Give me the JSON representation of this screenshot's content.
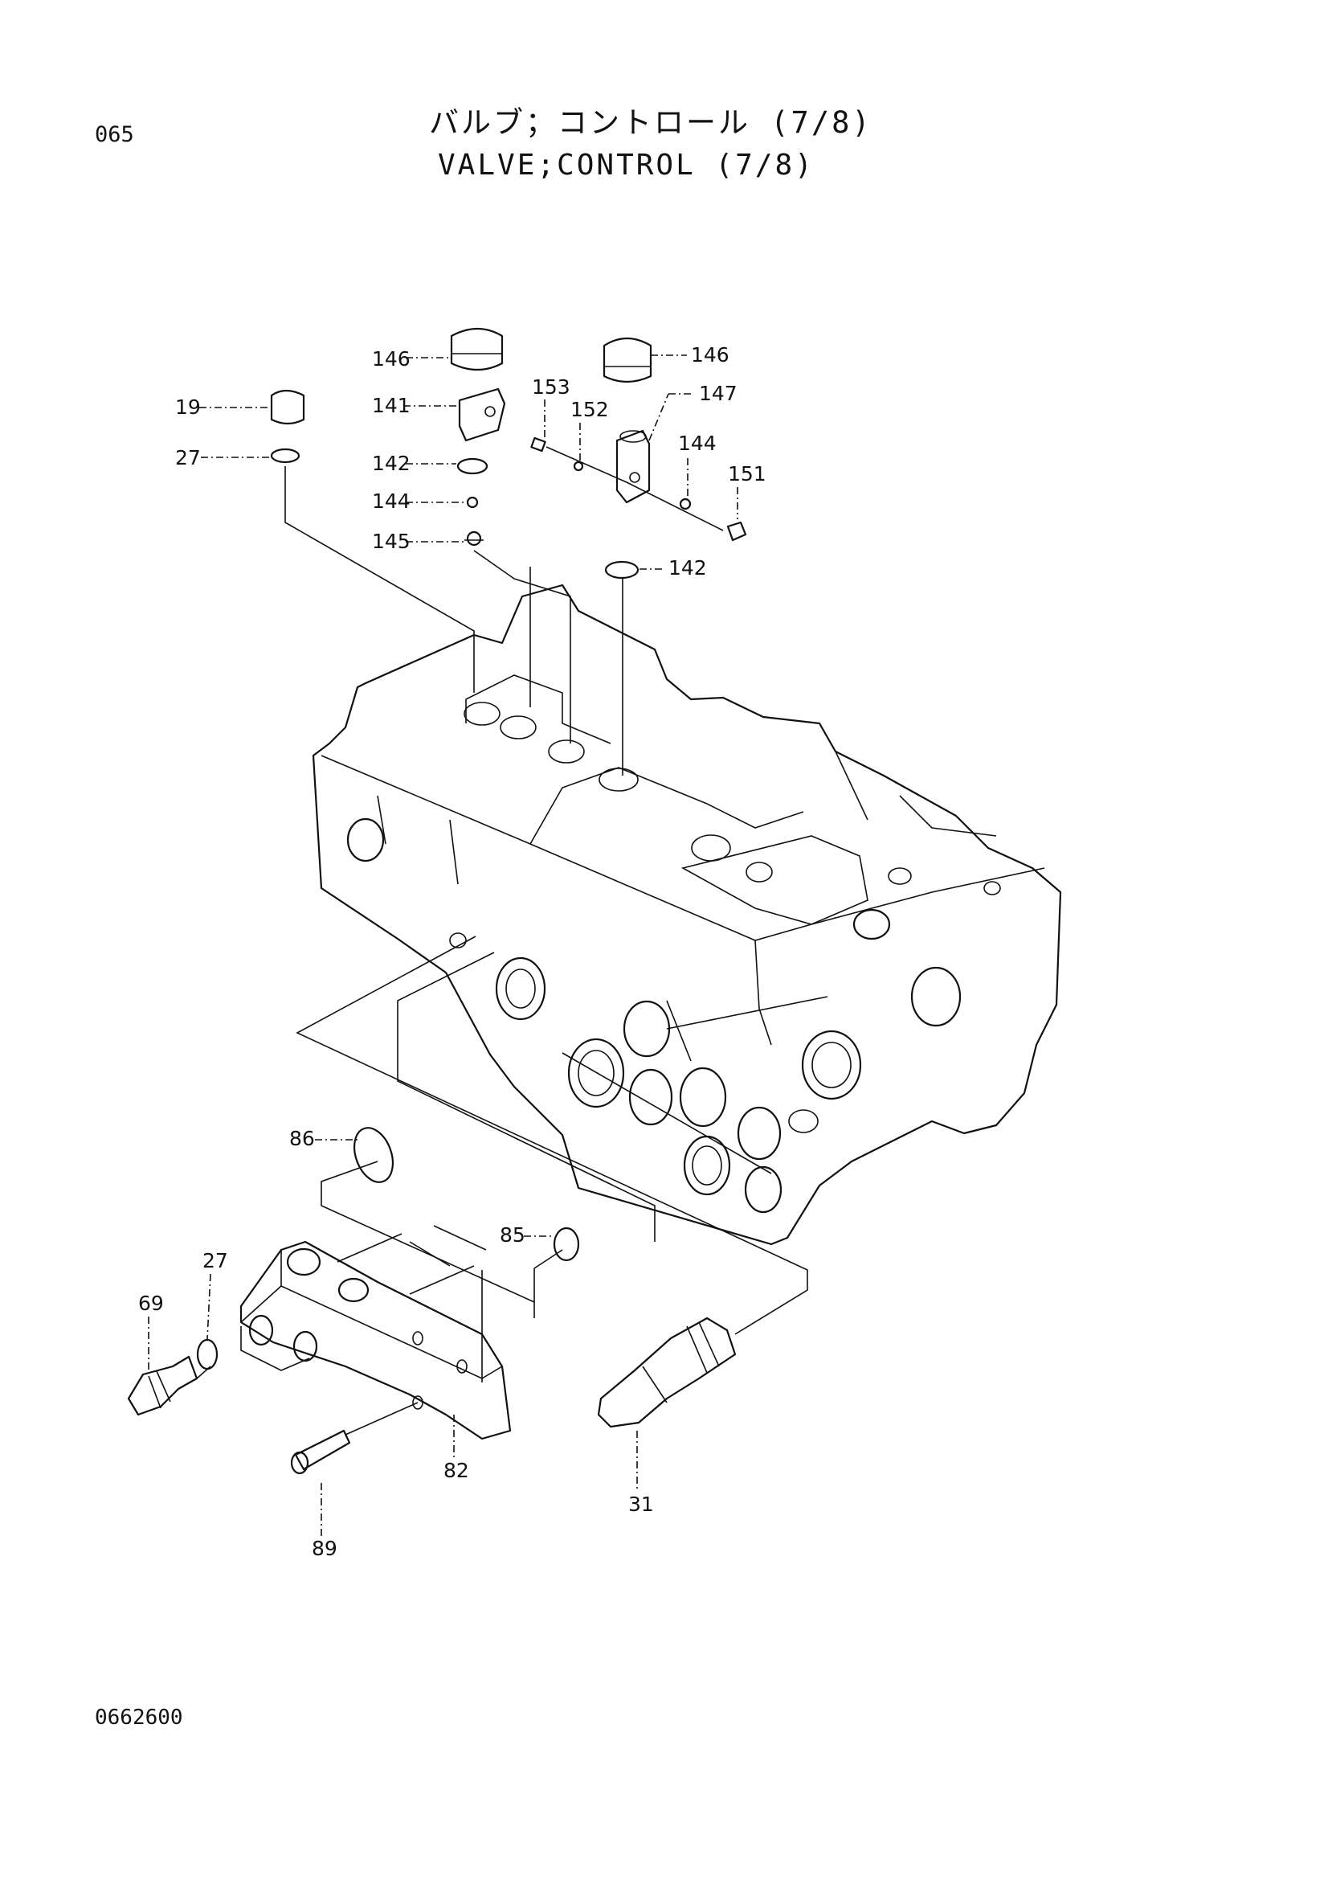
{
  "page_number": "065",
  "title_jp": "バルブ；コントロール (7/8)",
  "title_en": "VALVE;CONTROL (7/8)",
  "drawing_number": "0662600",
  "callouts": {
    "c146a": "146",
    "c146b": "146",
    "c141": "141",
    "c142a": "142",
    "c144a": "144",
    "c145": "145",
    "c19": "19",
    "c27a": "27",
    "c153": "153",
    "c152": "152",
    "c147": "147",
    "c144b": "144",
    "c151": "151",
    "c142b": "142",
    "c86": "86",
    "c85": "85",
    "c27b": "27",
    "c69": "69",
    "c82": "82",
    "c89": "89",
    "c31": "31"
  }
}
